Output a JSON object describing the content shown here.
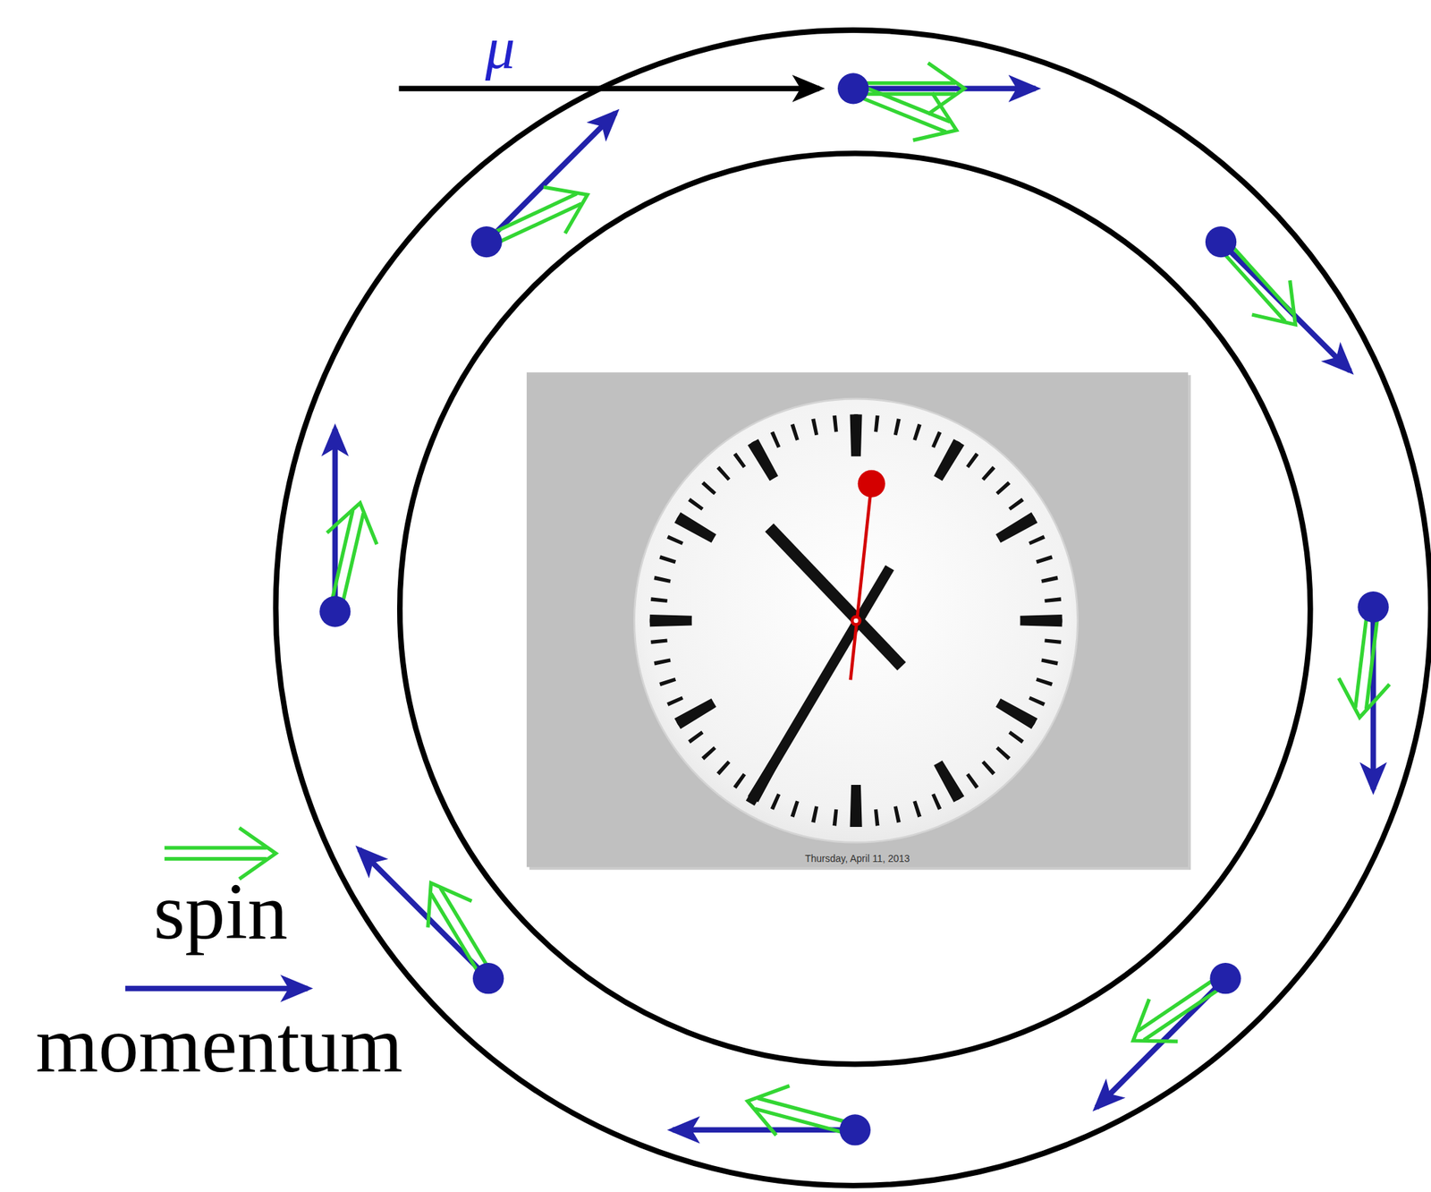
{
  "diagram": {
    "nodes": [
      {
        "text": [
          "Thursday, April 11, 2013"
        ]
      }
    ],
    "labels": [
      "μ"
    ],
    "legend": [
      {
        "text": "spin"
      },
      {
        "text": "momentum"
      }
    ]
  }
}
